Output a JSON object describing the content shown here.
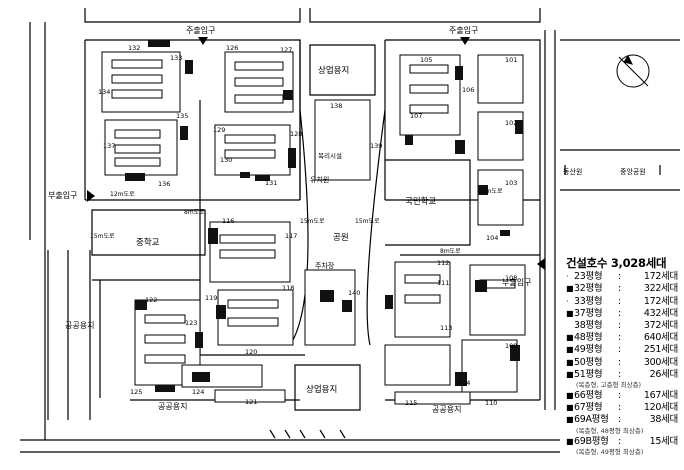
{
  "map": {
    "entrances": {
      "top_left": "주출입구",
      "top_right": "주출입구",
      "left": "부출입구",
      "right": "부출입구"
    },
    "roads": {
      "r12_left": "12m도로",
      "r12_right": "12m도로",
      "r15_a": "15m도로",
      "r15_b": "15m도로",
      "r8_a": "8m도로",
      "r8_b": "8m도로",
      "r15_left": "15m도로"
    },
    "facilities": {
      "commercial_top": "상업용지",
      "commercial_bottom": "상업용지",
      "park": "공원",
      "middle_school": "중학교",
      "elementary_school": "국민학교",
      "kindergarten": "유치원",
      "welfare": "복리시설",
      "parking": "주차장",
      "public_land_left": "공공용지",
      "public_land_bottom_left": "공공용지",
      "public_land_bottom_right": "공공용지",
      "green_zone": "동산원",
      "central_park": "중앙공원"
    },
    "buildings": [
      "101",
      "102",
      "103",
      "104",
      "105",
      "106",
      "107",
      "108",
      "109",
      "110",
      "111",
      "112",
      "113",
      "114",
      "115",
      "116",
      "117",
      "118",
      "119",
      "120",
      "121",
      "122",
      "123",
      "124",
      "125",
      "126",
      "127",
      "128",
      "129",
      "130",
      "131",
      "132",
      "133",
      "134",
      "135",
      "136",
      "137",
      "138",
      "139",
      "140"
    ]
  },
  "legend": {
    "title": "건설호수 3,028세대",
    "rows": [
      {
        "marker": "·",
        "size": "23평형",
        "count": "172세대"
      },
      {
        "marker": "■",
        "size": "32평형",
        "count": "322세대"
      },
      {
        "marker": "·",
        "size": "33평형",
        "count": "172세대"
      },
      {
        "marker": "■",
        "size": "37평형",
        "count": "432세대"
      },
      {
        "marker": "",
        "size": "38평형",
        "count": "372세대"
      },
      {
        "marker": "■",
        "size": "48평형",
        "count": "640세대"
      },
      {
        "marker": "■",
        "size": "49평형",
        "count": "251세대"
      },
      {
        "marker": "■",
        "size": "50평형",
        "count": "300세대"
      },
      {
        "marker": "■",
        "size": "51평형",
        "count": "26세대"
      },
      {
        "note": "(복층형, 고층형 최상층)"
      },
      {
        "marker": "■",
        "size": "66평형",
        "count": "167세대"
      },
      {
        "marker": "■",
        "size": "67평형",
        "count": "120세대"
      },
      {
        "marker": "■",
        "size": "69A평형",
        "count": "38세대"
      },
      {
        "note": "(복층형, 48평형 최상층)"
      },
      {
        "marker": "■",
        "size": "69B평형",
        "count": "15세대"
      },
      {
        "note": "(복층형, 49평형 최상층)"
      }
    ]
  }
}
